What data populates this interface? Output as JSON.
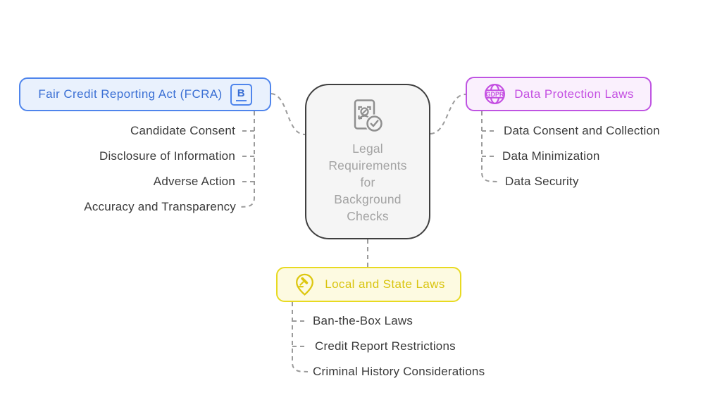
{
  "diagram": {
    "center": {
      "label": "Legal\nRequirements\nfor\nBackground\nChecks",
      "border_color": "#3f3f3f",
      "bg_color": "#f5f5f5",
      "text_color": "#a3a3a3",
      "icon": "background-check-icon"
    },
    "fcra": {
      "label": "Fair Credit Reporting Act (FCRA)",
      "icon": "bold-b-icon",
      "icon_text": "B",
      "accent_color": "#4f85ec",
      "text_color": "#3a6fd4",
      "bg_color": "#e9f1fd",
      "items": [
        "Candidate Consent",
        "Disclosure of Information",
        "Adverse Action",
        "Accuracy and Transparency"
      ]
    },
    "data_protection": {
      "label": "Data Protection Laws",
      "icon": "gdpr-globe-icon",
      "icon_text": "GDPR",
      "accent_color": "#c44fe2",
      "bg_color": "#faf0fd",
      "items": [
        "Data Consent and Collection",
        "Data Minimization",
        "Data Security"
      ]
    },
    "local_state": {
      "label": "Local and State Laws",
      "icon": "gavel-pin-icon",
      "accent_color": "#e8da21",
      "text_color": "#d9c40e",
      "bg_color": "#fdfae1",
      "items": [
        "Ban-the-Box Laws",
        "Credit Report Restrictions",
        "Criminal History Considerations"
      ]
    },
    "connector_color": "#9b9b9b",
    "item_text_color": "#3a3a3a"
  }
}
